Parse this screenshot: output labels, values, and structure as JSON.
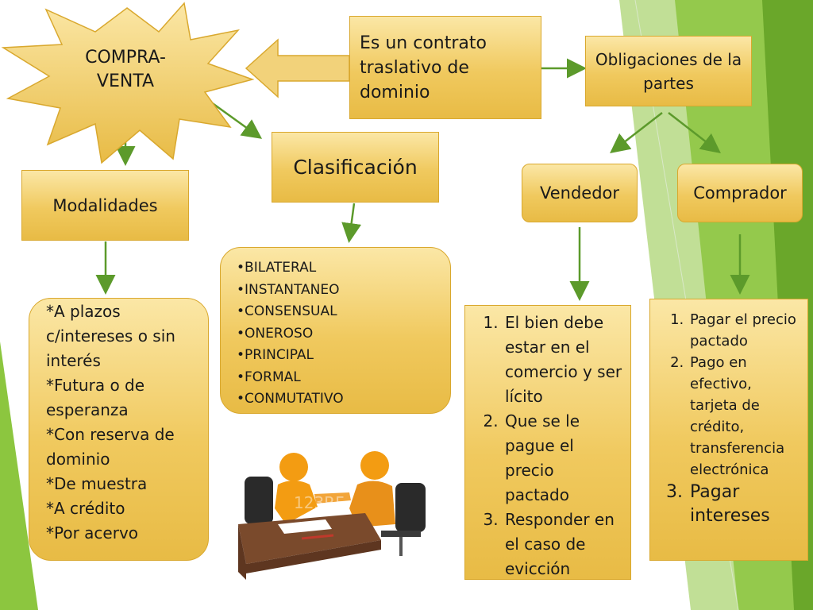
{
  "nodes": {
    "compraventa": "COMPRA-\nVENTA",
    "contrato": "Es un contrato traslativo de dominio",
    "obligaciones": "Obligaciones de la partes",
    "clasificacion": "Clasificación",
    "modalidades": "Modalidades",
    "vendedor": "Vendedor",
    "comprador": "Comprador"
  },
  "clasificacion_items": "•BILATERAL\n•INSTANTANEO\n•CONSENSUAL\n•ONEROSO\n•PRINCIPAL\n•FORMAL\n•CONMUTATIVO",
  "modalidades_items": [
    "*A plazos c/intereses  o sin interés",
    "*Futura o de esperanza",
    "*Con reserva de dominio",
    "*De muestra",
    "*A crédito",
    "*Por acervo"
  ],
  "vendedor_items": [
    "El bien debe estar en el comercio y ser lícito",
    "Que se le pague el precio pactado",
    "Responder en el caso de evicción"
  ],
  "comprador_items": [
    "Pagar el precio pactado",
    "Pago en efectivo, tarjeta de crédito, transferencia electrónica",
    "Pagar intereses"
  ],
  "image_watermark": "123RF",
  "colors": {
    "box": "#f0c95e",
    "arrow": "#5c9a2b",
    "green_band": "#8cc63f"
  }
}
